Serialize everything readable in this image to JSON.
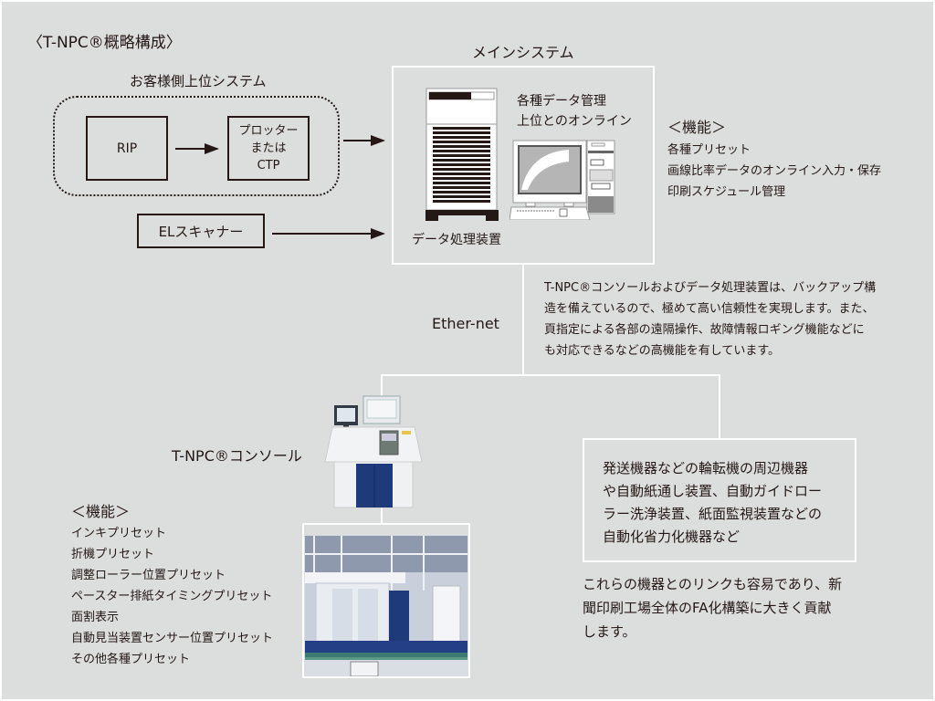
{
  "title": "〈T-NPC®概略構成〉",
  "customer_system": {
    "label": "お客様側上位システム",
    "rip": "RIP",
    "plotter_lines": [
      "プロッター",
      "または",
      "CTP"
    ]
  },
  "el_scanner": "ELスキャナー",
  "main_system": {
    "label": "メインシステム",
    "data_management_lines": [
      "各種データ管理",
      "上位とのオンライン"
    ],
    "data_processor_label": "データ処理装置"
  },
  "main_functions": {
    "heading": "＜機能＞",
    "items": [
      "各種プリセット",
      "画線比率データのオンライン入力・保存",
      "印刷スケジュール管理"
    ]
  },
  "network_label": "Ether-net",
  "reliability_text": [
    "T-NPC®コンソールおよびデータ処理装置は、バックアップ構",
    "造を備えているので、極めて高い信頼性を実現します。また、",
    "頁指定による各部の遠隔操作、故障情報ロギング機能などに",
    "も対応できるなどの高機能を有しています。"
  ],
  "console": {
    "label": "T-NPC®コンソール",
    "functions_heading": "＜機能＞",
    "functions": [
      "インキプリセット",
      "折機プリセット",
      "調整ローラー位置プリセット",
      "ペースター排紙タイミングプリセット",
      "面割表示",
      "自動見当装置センサー位置プリセット",
      "その他各種プリセット"
    ]
  },
  "peripherals_box": [
    "発送機器などの輪転機の周辺機器",
    "や自動紙通し装置、自動ガイドロー",
    "ラー洗浄装置、紙面監視装置などの",
    "自動化省力化機器など"
  ],
  "link_text": [
    "これらの機器とのリンクも容易であり、新",
    "聞印刷工場全体のFA化構築に大きく貢献",
    "します。"
  ],
  "colors": {
    "background": "#dcdddd",
    "ink": "#231815",
    "line": "#ffffff",
    "console_blue": "#1f3a7a"
  }
}
